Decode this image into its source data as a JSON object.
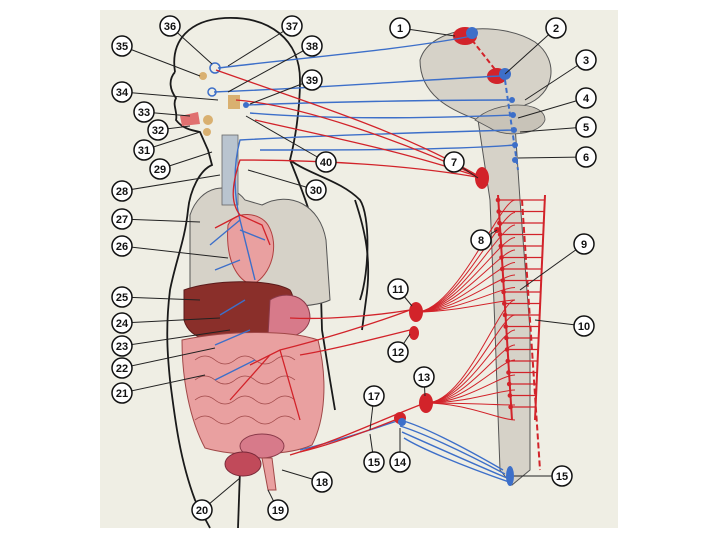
{
  "colors": {
    "panel": "#efeee4",
    "sympathetic": "#d2232a",
    "parasympathetic": "#3d6fc9",
    "organ_pink": "#e9a0a0",
    "lung_gray": "#d6d2c8",
    "liver": "#8a2f2a",
    "gland_tan": "#d9b070"
  },
  "labels": [
    "1",
    "2",
    "3",
    "4",
    "5",
    "6",
    "7",
    "8",
    "9",
    "10",
    "11",
    "12",
    "13",
    "14",
    "15",
    "15",
    "17",
    "18",
    "19",
    "20",
    "21",
    "22",
    "23",
    "24",
    "25",
    "26",
    "27",
    "28",
    "29",
    "30",
    "31",
    "32",
    "33",
    "34",
    "35",
    "36",
    "37",
    "38",
    "39",
    "40"
  ]
}
